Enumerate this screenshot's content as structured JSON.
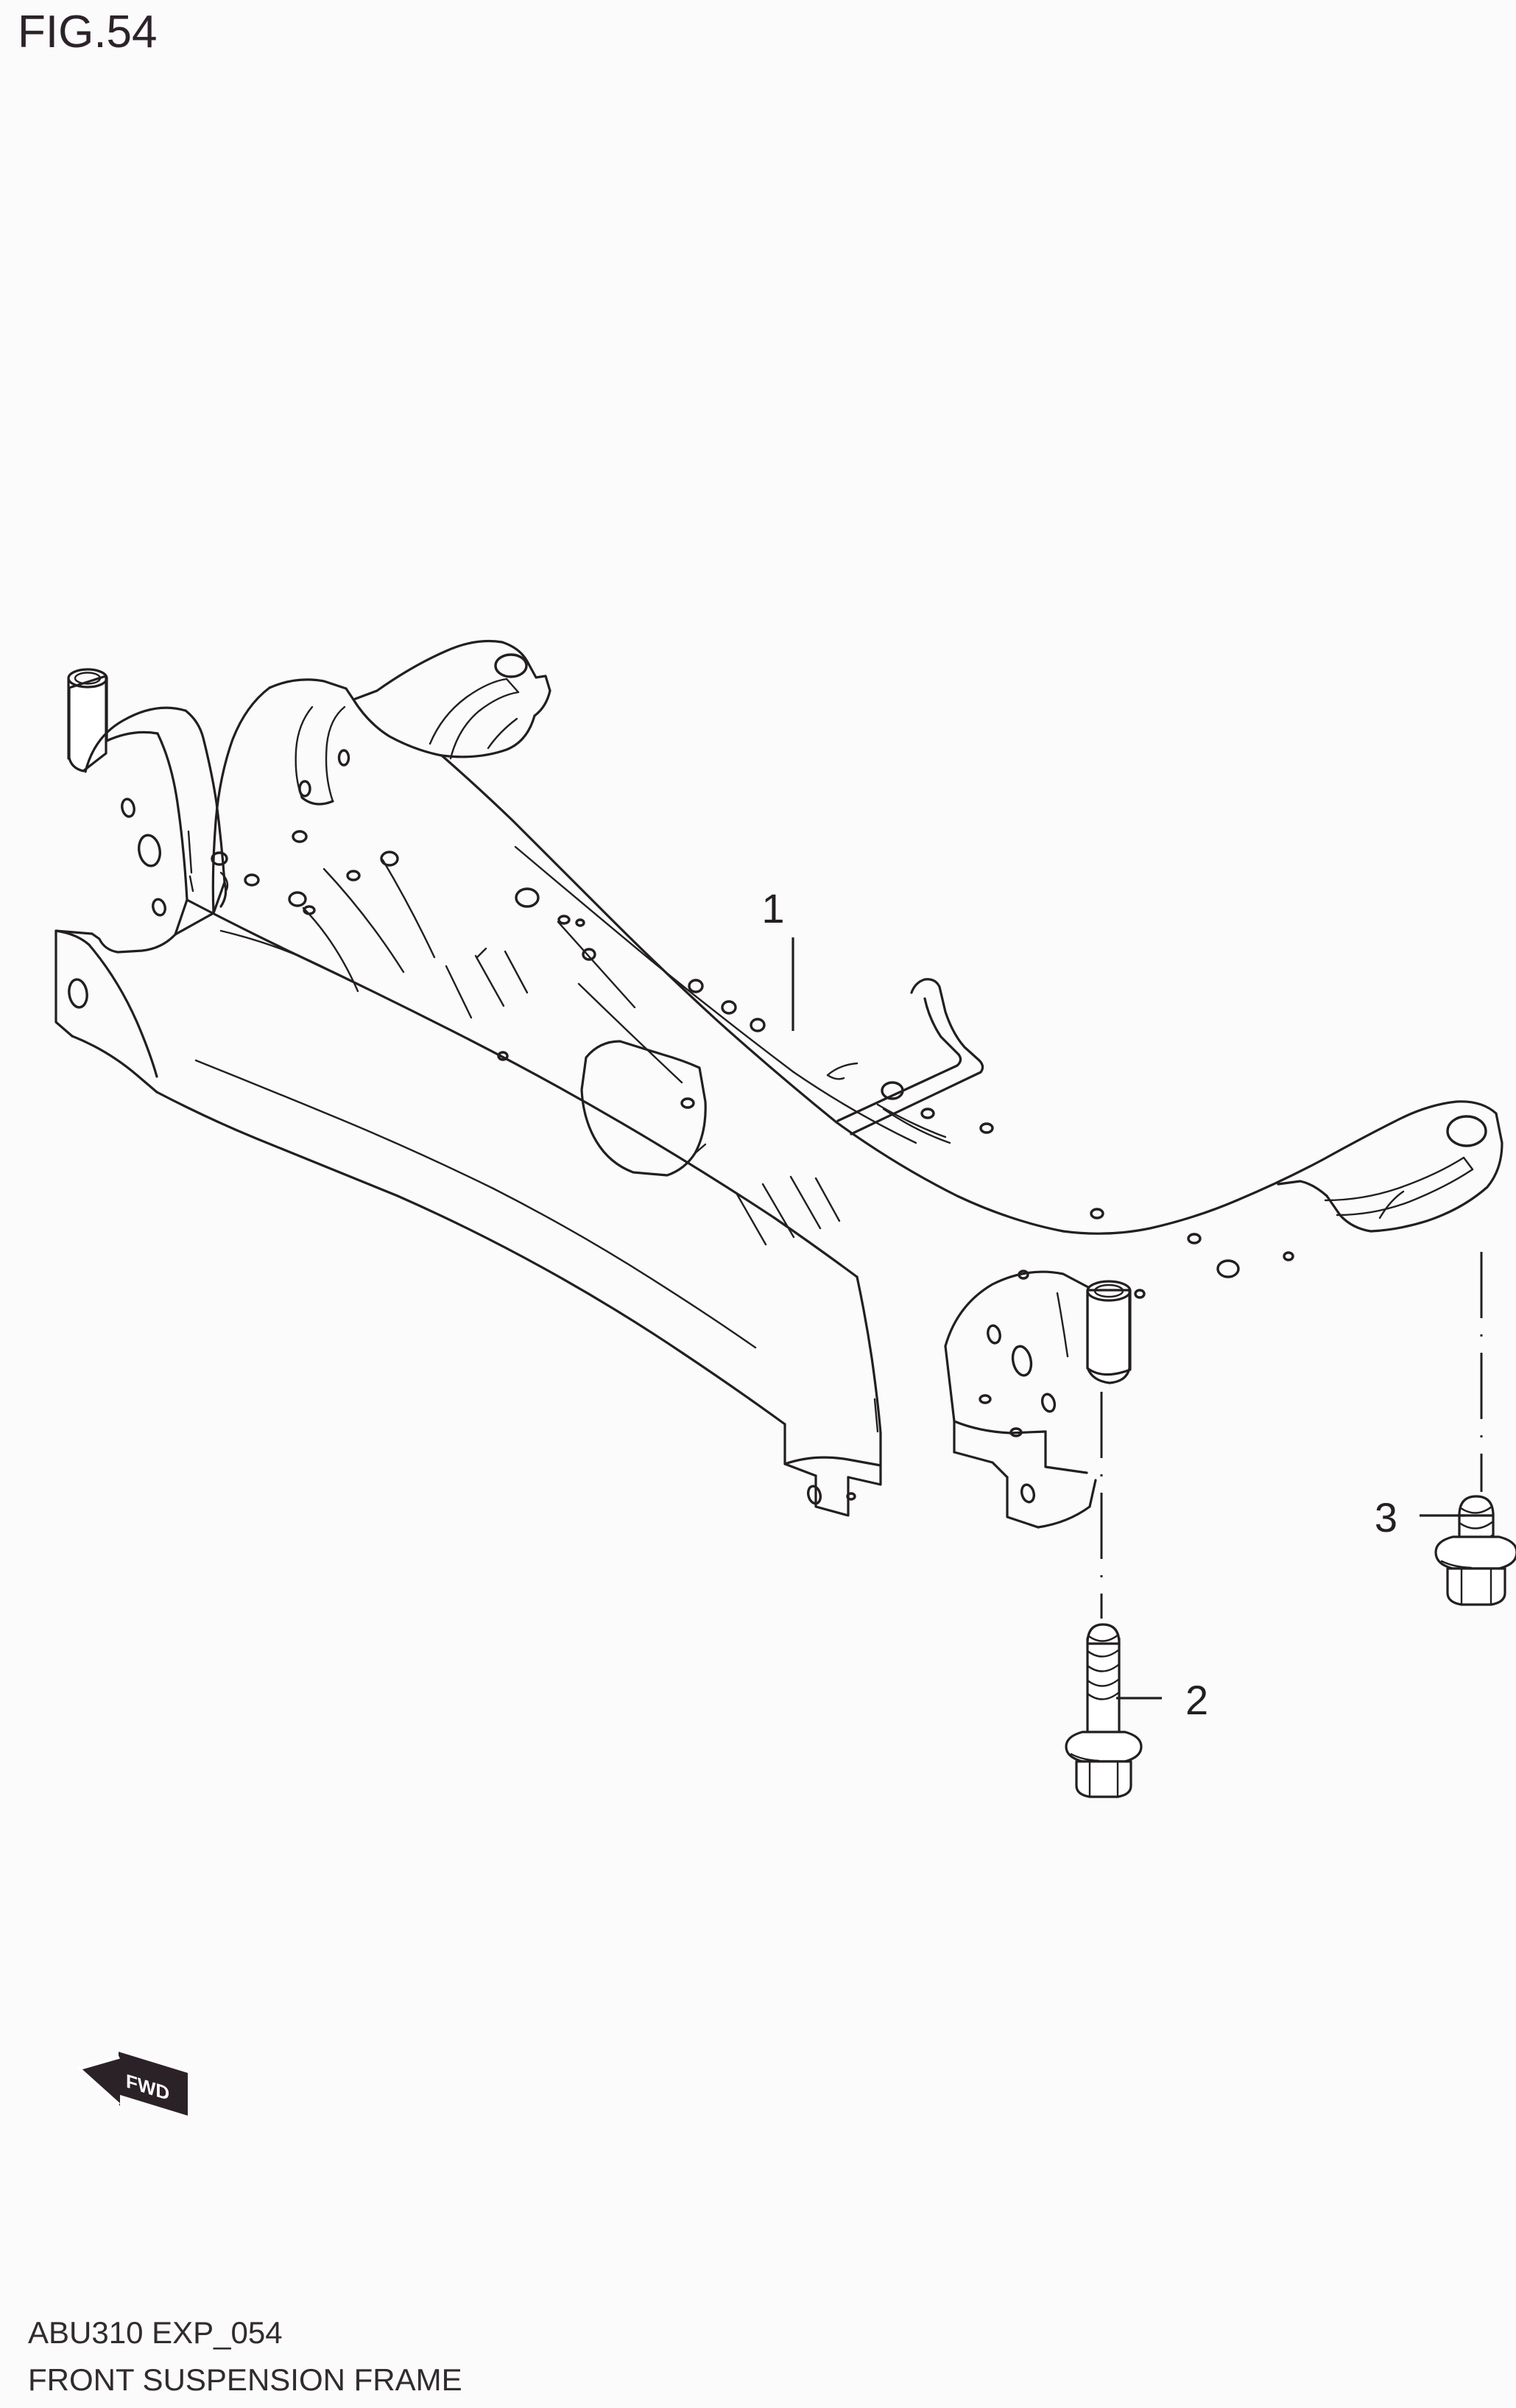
{
  "figure": {
    "title": "FIG.54",
    "footer_code": "ABU310 EXP_054",
    "footer_name": "FRONT SUSPENSION FRAME"
  },
  "orientation_marker": {
    "label": "FWD",
    "name": "forward-direction-arrow",
    "direction": "left-down"
  },
  "callouts": [
    {
      "id": "1",
      "label": "1",
      "target": "front-suspension-frame-crossmember"
    },
    {
      "id": "2",
      "label": "2",
      "target": "long-flange-bolt"
    },
    {
      "id": "3",
      "label": "3",
      "target": "short-flange-bolt"
    }
  ],
  "parts": [
    {
      "ref": "1",
      "name": "suspension-frame-assembly"
    },
    {
      "ref": "2",
      "name": "frame-mounting-bolt-long"
    },
    {
      "ref": "3",
      "name": "frame-mounting-bolt-short"
    }
  ],
  "colors": {
    "background": "#fbfbfb",
    "line": "#231f20",
    "text": "#2b2329",
    "marker_fill": "#2b2228"
  }
}
